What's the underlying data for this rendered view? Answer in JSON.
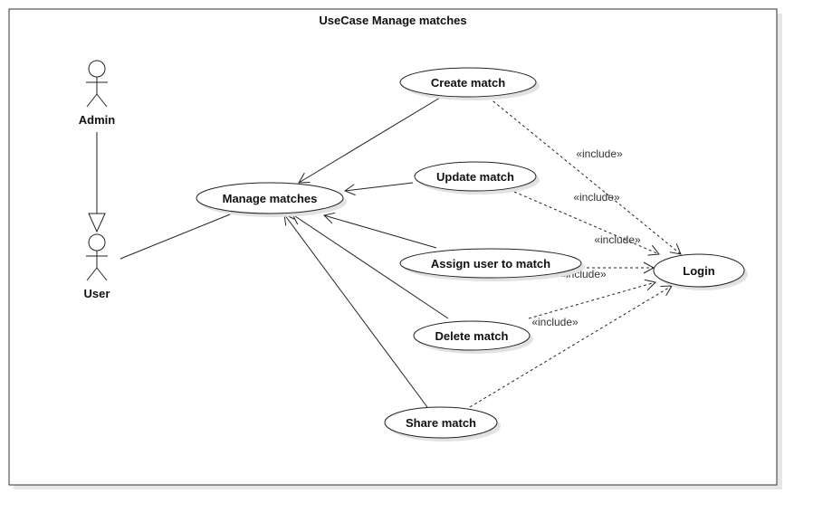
{
  "diagram": {
    "title": "UseCase Manage matches",
    "actors": [
      {
        "id": "admin",
        "label": "Admin"
      },
      {
        "id": "user",
        "label": "User"
      }
    ],
    "use_cases": [
      {
        "id": "create",
        "label": "Create match"
      },
      {
        "id": "manage",
        "label": "Manage matches"
      },
      {
        "id": "update",
        "label": "Update match"
      },
      {
        "id": "assign",
        "label": "Assign user to match"
      },
      {
        "id": "delete",
        "label": "Delete match"
      },
      {
        "id": "share",
        "label": "Share match"
      },
      {
        "id": "login",
        "label": "Login"
      }
    ],
    "include_label": "«include»",
    "relations": [
      {
        "from": "admin",
        "to": "user",
        "type": "generalization"
      },
      {
        "from": "user",
        "to": "manage",
        "type": "association"
      },
      {
        "from": "create",
        "to": "manage",
        "type": "association"
      },
      {
        "from": "update",
        "to": "manage",
        "type": "association"
      },
      {
        "from": "assign",
        "to": "manage",
        "type": "association"
      },
      {
        "from": "delete",
        "to": "manage",
        "type": "association"
      },
      {
        "from": "share",
        "to": "manage",
        "type": "association"
      },
      {
        "from": "create",
        "to": "login",
        "type": "include"
      },
      {
        "from": "update",
        "to": "login",
        "type": "include"
      },
      {
        "from": "assign",
        "to": "login",
        "type": "include"
      },
      {
        "from": "delete",
        "to": "login",
        "type": "include"
      },
      {
        "from": "share",
        "to": "login",
        "type": "include"
      }
    ]
  }
}
